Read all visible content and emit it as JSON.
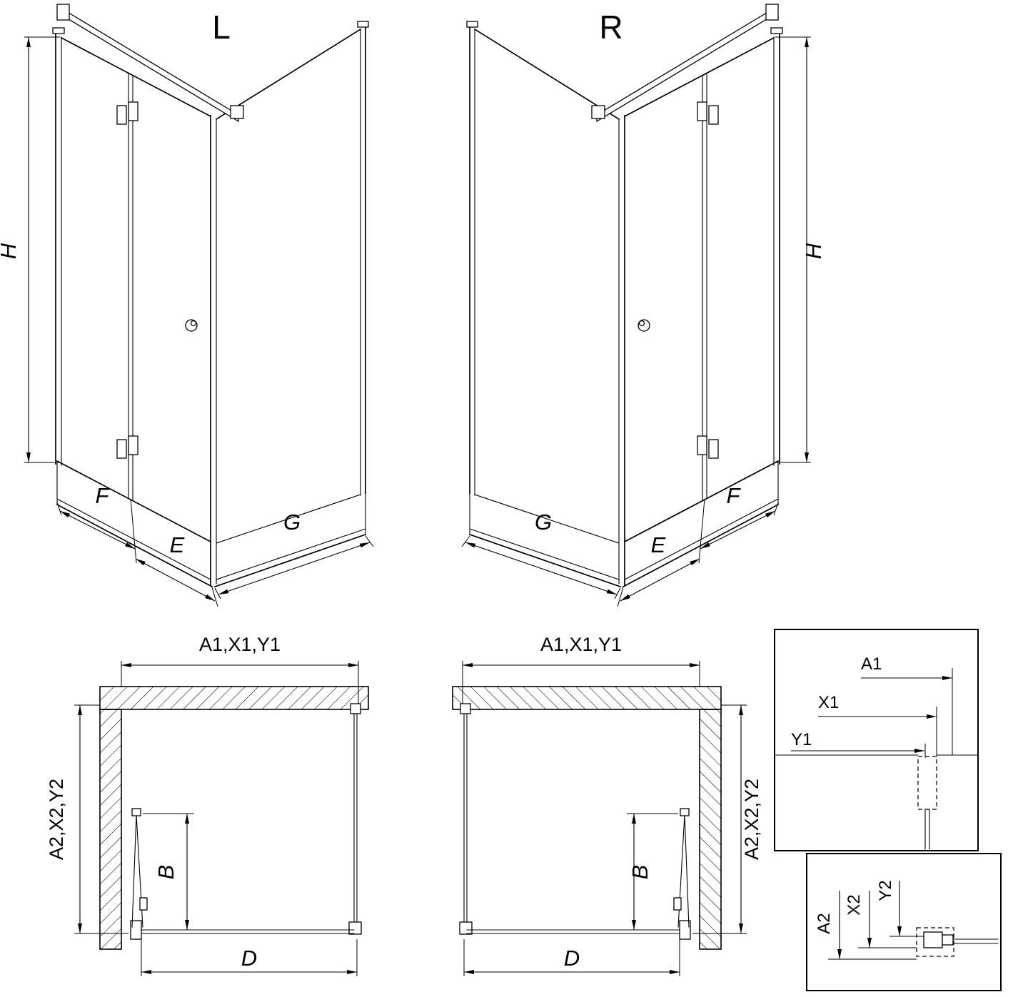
{
  "page": {
    "background": "#ffffff",
    "line_color": "#000000"
  },
  "views": {
    "left_3d": {
      "title": "L",
      "dim_h": "H",
      "dim_f": "F",
      "dim_e": "E",
      "dim_g": "G"
    },
    "right_3d": {
      "title": "R",
      "dim_h": "H",
      "dim_f": "F",
      "dim_e": "E",
      "dim_g": "G"
    },
    "left_plan": {
      "dim_width": "A1,X1,Y1",
      "dim_depth": "A2,X2,Y2",
      "dim_b": "B",
      "dim_d": "D"
    },
    "right_plan": {
      "dim_width": "A1,X1,Y1",
      "dim_depth": "A2,X2,Y2",
      "dim_b": "B",
      "dim_d": "D"
    },
    "detail_width": {
      "dim_a1": "A1",
      "dim_x1": "X1",
      "dim_y1": "Y1"
    },
    "detail_depth": {
      "dim_a2": "A2",
      "dim_x2": "X2",
      "dim_y2": "Y2"
    }
  }
}
